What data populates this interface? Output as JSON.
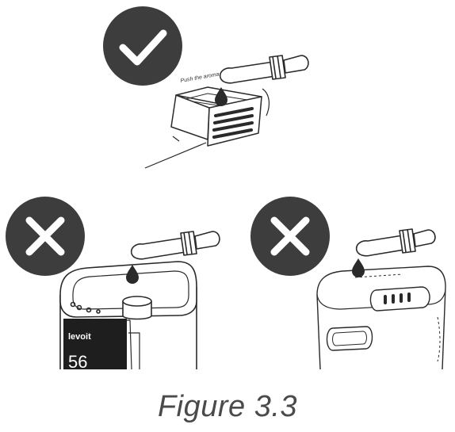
{
  "figure": {
    "caption": "Figure 3.3",
    "correct_panel": {
      "mark": "check-icon",
      "annotation": "Push the aroma box"
    },
    "incorrect_panel_left": {
      "mark": "cross-icon",
      "brand": "levoit",
      "display_value": "56"
    },
    "incorrect_panel_right": {
      "mark": "cross-icon"
    }
  },
  "colors": {
    "badge": "#3d3d3d",
    "line": "#2a2a2a",
    "mark": "#ffffff"
  }
}
